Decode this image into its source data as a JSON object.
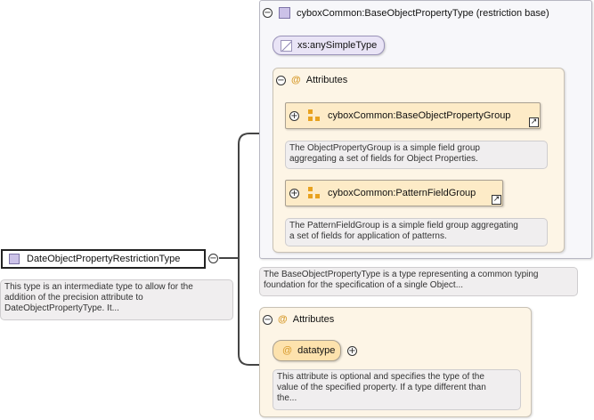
{
  "root_type": {
    "label": "DateObjectPropertyRestrictionType",
    "doc": [
      "This type is an intermediate type to allow for the",
      "addition of the precision attribute to",
      "DateObjectPropertyType. It..."
    ]
  },
  "base_type": {
    "header": "cyboxCommon:BaseObjectPropertyType (restriction base)",
    "simple_type": "xs:anySimpleType",
    "attributes_title": "Attributes",
    "groups": [
      {
        "label": "cyboxCommon:BaseObjectPropertyGroup",
        "doc": [
          "The ObjectPropertyGroup is a simple field group",
          "aggregating a set of fields for Object Properties."
        ]
      },
      {
        "label": "cyboxCommon:PatternFieldGroup",
        "doc": [
          "The PatternFieldGroup is a simple field group aggregating",
          "a set of fields for application of patterns."
        ]
      }
    ],
    "doc": [
      "The BaseObjectPropertyType is a type representing a common typing",
      "foundation for the specification of a single Object..."
    ]
  },
  "attributes": {
    "title": "Attributes",
    "attribute_name": "datatype",
    "doc": [
      "This attribute is optional and specifies the type of the",
      "value of the specified property. If a type different than",
      "the..."
    ]
  },
  "colors": {
    "type_fill": "#ccc2e8",
    "attr_panel": "#fdf5e6",
    "group_fill": "#fdebc7",
    "attribute_fill": "#fde2ad",
    "at_sign": "#d79b2d"
  }
}
